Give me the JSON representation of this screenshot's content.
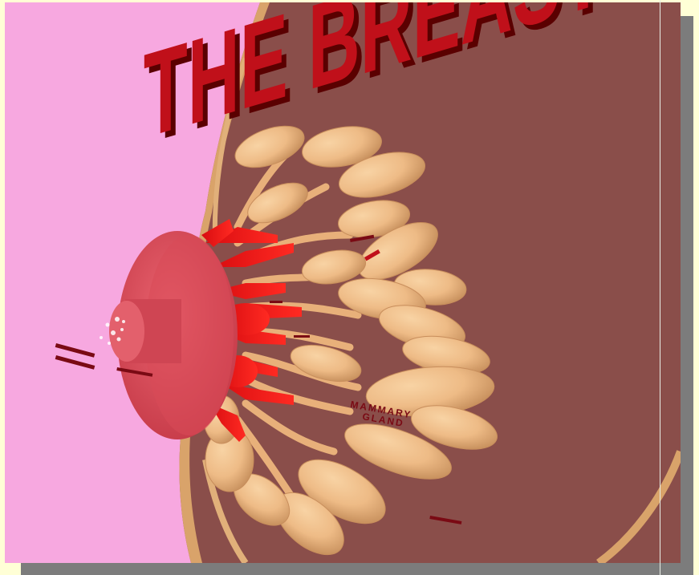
{
  "scene": {
    "title": "THE BREAST",
    "labels": {
      "mammary_gland_line1": "MAMMARY",
      "mammary_gland_line2": "GLAND"
    }
  },
  "colors": {
    "page_background": "#ffffd6",
    "left_background": "#f7a8e0",
    "tissue": "#8a4e4a",
    "skin_edge": "#d9a36a",
    "lobule": "#f2c08a",
    "duct_red": "#ff1a1a",
    "nipple": "#e0505c",
    "title_red": "#c0101a",
    "frame_shadow": "#7c7c7c"
  }
}
